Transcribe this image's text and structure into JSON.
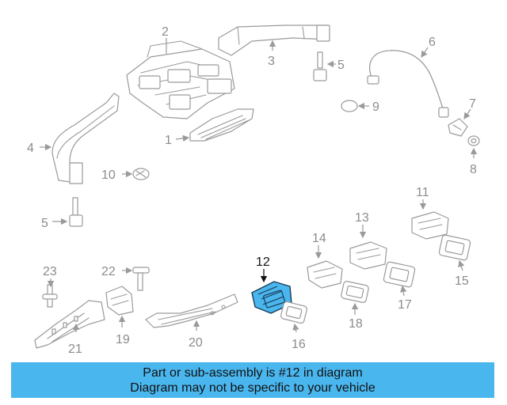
{
  "highlight": {
    "part_number": "12",
    "color": "#4ab6ee"
  },
  "callouts": {
    "p1": "1",
    "p2": "2",
    "p3": "3",
    "p4": "4",
    "p5a": "5",
    "p5b": "5",
    "p6": "6",
    "p7": "7",
    "p8": "8",
    "p9": "9",
    "p10": "10",
    "p11": "11",
    "p12": "12",
    "p13": "13",
    "p14": "14",
    "p15": "15",
    "p16": "16",
    "p17": "17",
    "p18": "18",
    "p19": "19",
    "p20": "20",
    "p21": "21",
    "p22": "22",
    "p23": "23"
  },
  "banner": {
    "line1": "Part or sub-assembly is #12 in diagram",
    "line2": "Diagram may not be specific to your vehicle",
    "color": "#4ab6ee"
  }
}
